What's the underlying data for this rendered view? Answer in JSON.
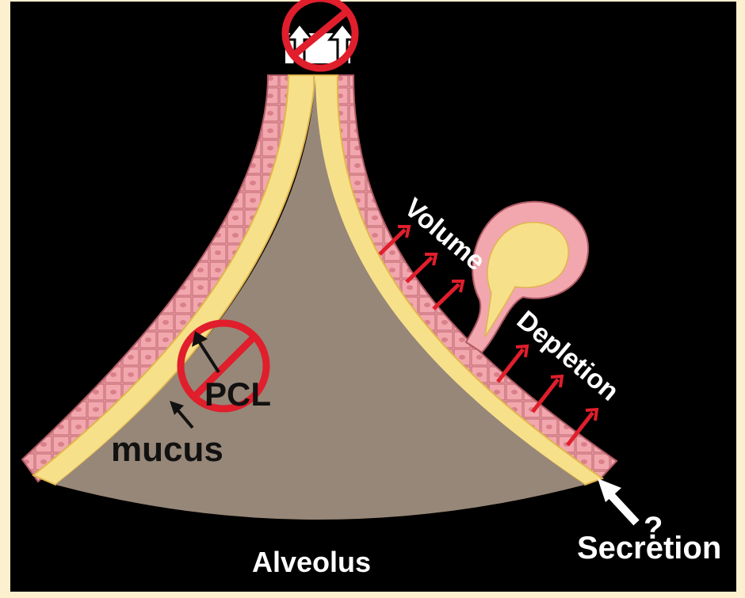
{
  "labels": {
    "volume": "Volume",
    "depletion": "Depletion",
    "pcl": "PCL",
    "mucus": "mucus",
    "alveolus": "Alveolus",
    "secretion": "Secretion",
    "question": "?"
  },
  "colors": {
    "frame": "#fdf0cf",
    "background": "#000000",
    "lumen": "#978778",
    "mucus_layer": "#f7e08a",
    "epithelium": "#f2a7ae",
    "prohibition_red": "#e01e2c",
    "arrow_red": "#e01e2c",
    "label_white": "#ffffff",
    "label_black": "#111111"
  },
  "icons": {
    "top": "prohibited-upward-arrows-icon",
    "pcl": "prohibited-circle-icon"
  }
}
